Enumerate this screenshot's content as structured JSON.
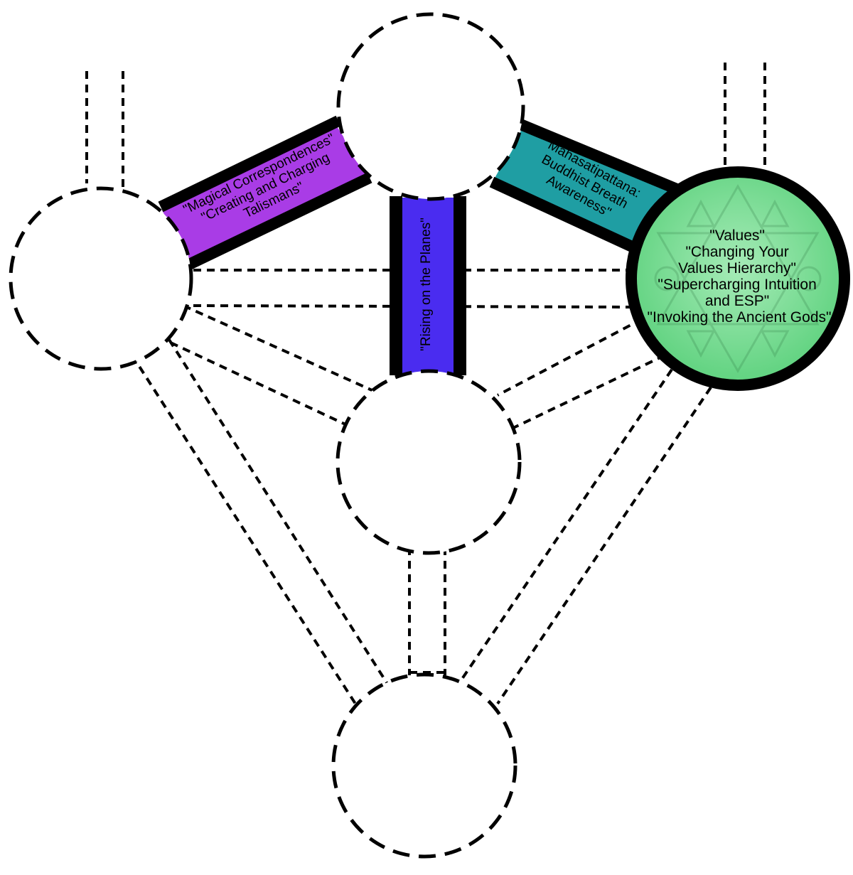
{
  "colors": {
    "background": "#ffffff",
    "outline": "#000000",
    "path_purple": "#a93ce6",
    "path_blue": "#4a2cf0",
    "path_teal": "#1f9ea3",
    "node_green": "#6bd98a",
    "node_green_light": "#9be8ad"
  },
  "paths": {
    "purple": {
      "line1": "\"Magical Correspondences\"",
      "line2": "\"Creating and Charging",
      "line3": "Talismans\""
    },
    "blue": {
      "line1": "\"Rising on the Planes\""
    },
    "teal": {
      "line1": "\"Mahasatipattana:",
      "line2": "Buddhist Breath",
      "line3": "Awareness\""
    }
  },
  "node": {
    "line1": "\"Values\"",
    "line2": "\"Changing Your",
    "line3": "Values Hierarchy\"",
    "line4": "\"Supercharging Intuition",
    "line5": "and ESP\"",
    "line6": "\"Invoking the Ancient Gods\""
  }
}
